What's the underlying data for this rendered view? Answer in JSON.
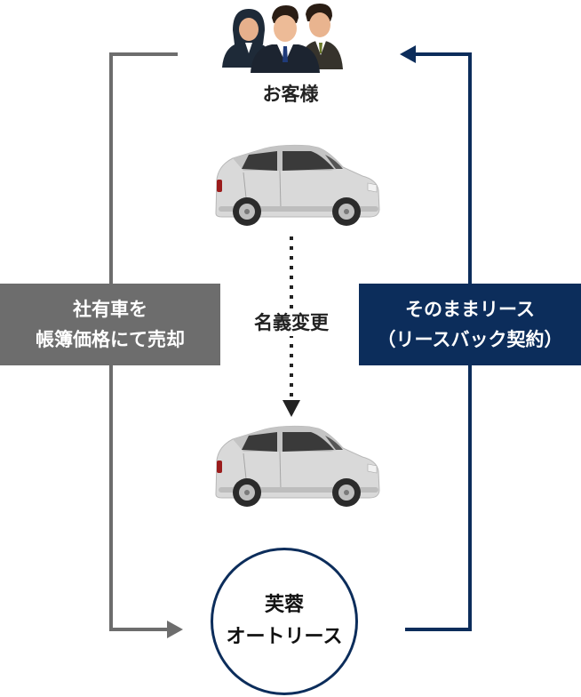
{
  "customer": {
    "label": "お客様",
    "icon": "business-people-icon"
  },
  "left_flow": {
    "line1": "社有車を",
    "line2": "帳簿価格にて売却",
    "color": "#6d6d6d"
  },
  "right_flow": {
    "line1": "そのままリース",
    "line2": "（リースバック契約）",
    "color": "#0c2d5b"
  },
  "transfer": {
    "label": "名義変更",
    "icon": "dotted-arrow-down-icon"
  },
  "company": {
    "line1": "芙蓉",
    "line2": "オートリース"
  },
  "cars": {
    "top_icon": "car-icon",
    "bottom_icon": "car-icon"
  }
}
